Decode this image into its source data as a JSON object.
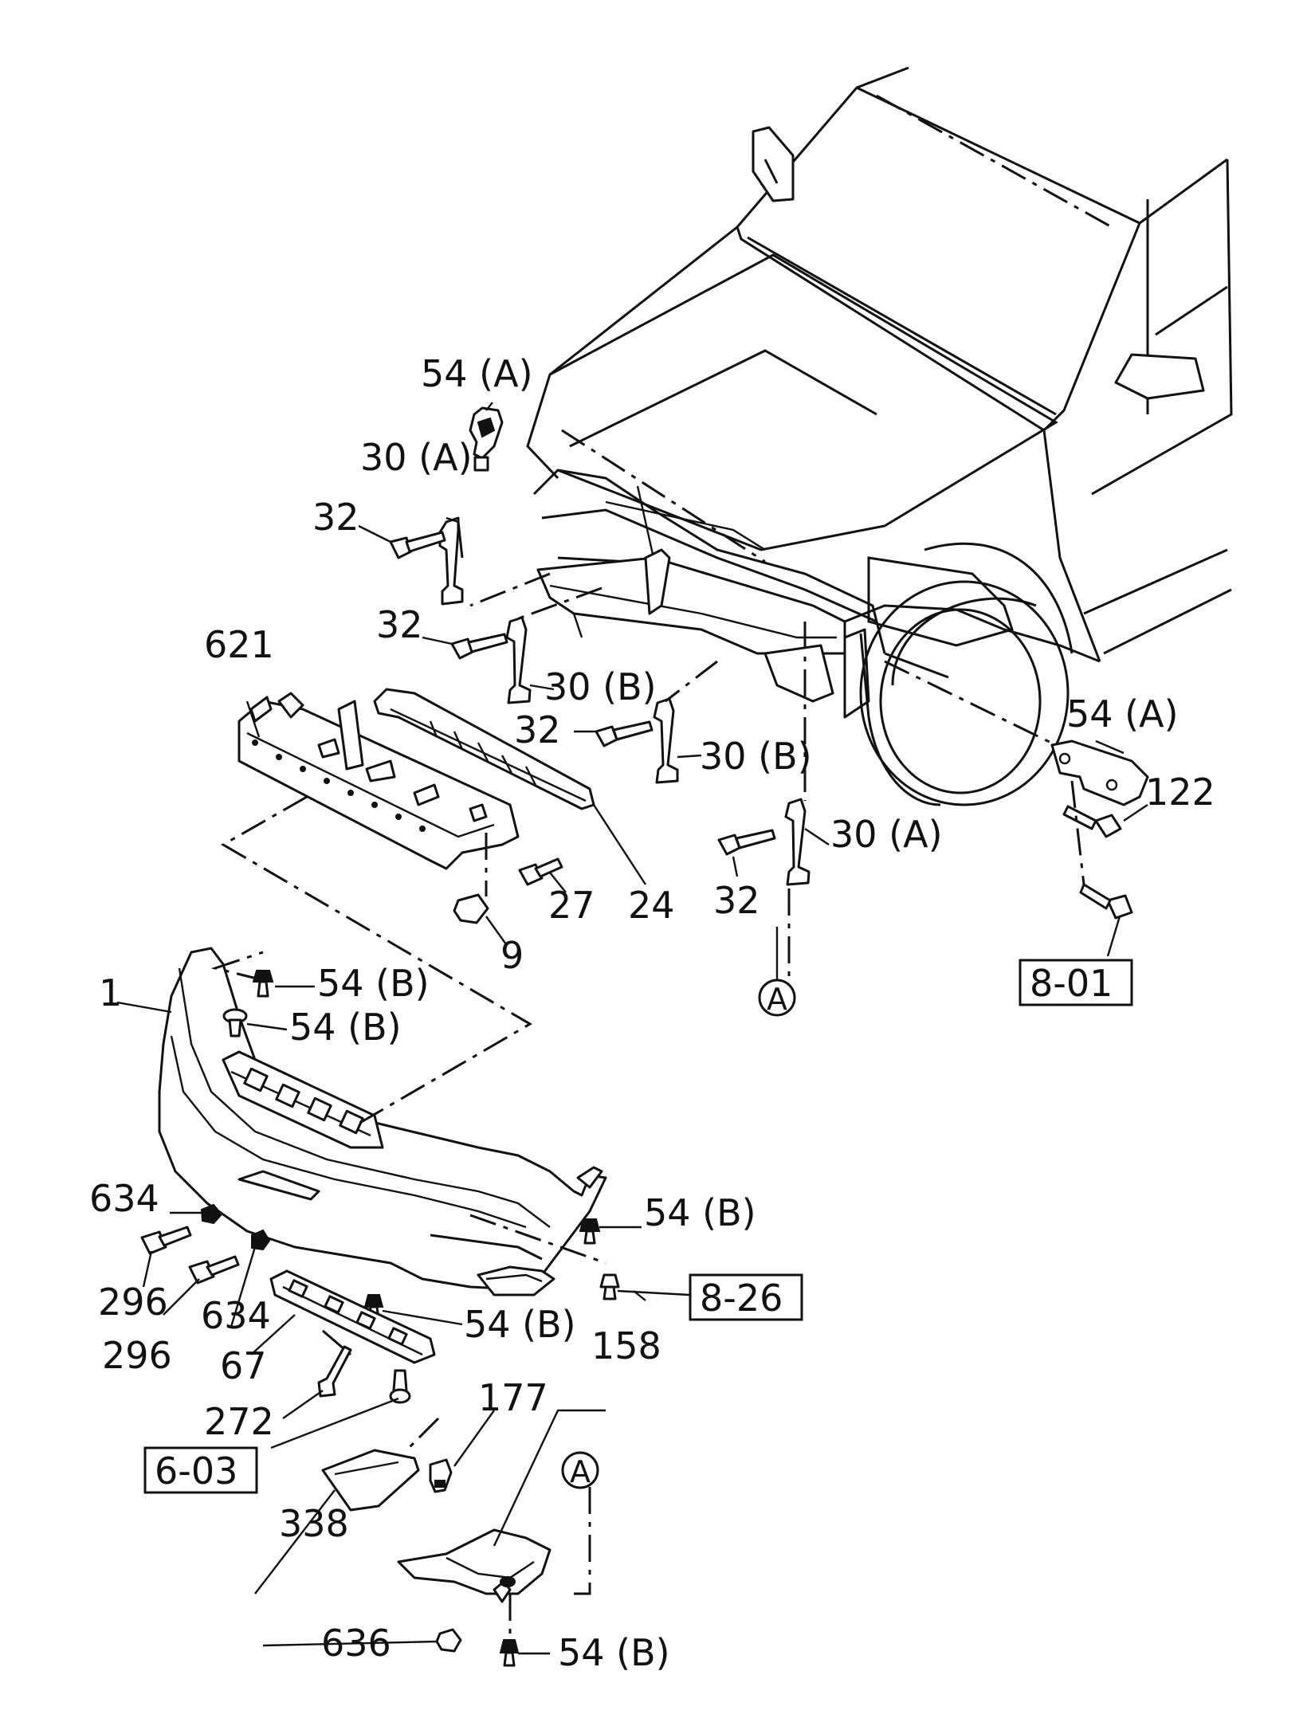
{
  "diagram": {
    "callouts": [
      {
        "id": "c-54a-top",
        "text": "54 (A)"
      },
      {
        "id": "c-30a-top",
        "text": "30 (A)"
      },
      {
        "id": "c-32-1",
        "text": "32"
      },
      {
        "id": "c-32-2",
        "text": "32"
      },
      {
        "id": "c-30b-1",
        "text": "30 (B)"
      },
      {
        "id": "c-32-3",
        "text": "32"
      },
      {
        "id": "c-30b-2",
        "text": "30 (B)"
      },
      {
        "id": "c-621",
        "text": "621"
      },
      {
        "id": "c-54a-right",
        "text": "54 (A)"
      },
      {
        "id": "c-122",
        "text": "122"
      },
      {
        "id": "c-30a-bottom",
        "text": "30 (A)"
      },
      {
        "id": "c-32-4",
        "text": "32"
      },
      {
        "id": "c-27",
        "text": "27"
      },
      {
        "id": "c-24",
        "text": "24"
      },
      {
        "id": "c-9",
        "text": "9"
      },
      {
        "id": "c-1",
        "text": "1"
      },
      {
        "id": "c-54b-1",
        "text": "54 (B)"
      },
      {
        "id": "c-54b-2",
        "text": "54 (B)"
      },
      {
        "id": "c-634-1",
        "text": "634"
      },
      {
        "id": "c-54b-3",
        "text": "54 (B)"
      },
      {
        "id": "c-296-1",
        "text": "296"
      },
      {
        "id": "c-296-2",
        "text": "296"
      },
      {
        "id": "c-634-2",
        "text": "634"
      },
      {
        "id": "c-54b-4",
        "text": "54 (B)"
      },
      {
        "id": "c-67",
        "text": "67"
      },
      {
        "id": "c-158",
        "text": "158"
      },
      {
        "id": "c-177",
        "text": "177"
      },
      {
        "id": "c-272",
        "text": "272"
      },
      {
        "id": "c-338",
        "text": "338"
      },
      {
        "id": "c-636",
        "text": "636"
      },
      {
        "id": "c-54b-5",
        "text": "54 (B)"
      }
    ],
    "references": [
      {
        "id": "ref-8-01",
        "text": "8-01"
      },
      {
        "id": "ref-8-26",
        "text": "8-26"
      },
      {
        "id": "ref-6-03",
        "text": "6-03"
      }
    ],
    "connector_marks": [
      {
        "id": "mark-a-1",
        "text": "A"
      },
      {
        "id": "mark-a-2",
        "text": "A"
      }
    ]
  }
}
